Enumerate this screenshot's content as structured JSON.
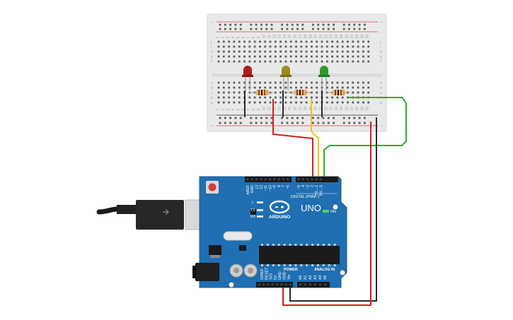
{
  "breadboard": {
    "row_letters_top": [
      "j",
      "i",
      "h",
      "g",
      "f"
    ],
    "row_letters_bottom": [
      "e",
      "d",
      "c",
      "b",
      "a"
    ],
    "column_numbers": [
      "1",
      "2",
      "3",
      "4",
      "5",
      "6",
      "7",
      "8",
      "9",
      "10",
      "11",
      "12",
      "13",
      "14",
      "15",
      "16",
      "17",
      "18",
      "19",
      "20",
      "21",
      "22",
      "23",
      "24",
      "25",
      "26",
      "27",
      "28",
      "29",
      "30"
    ],
    "rail_plus": "+",
    "rail_minus": "-"
  },
  "leds": [
    {
      "name": "red-led",
      "color": "#b11c1c"
    },
    {
      "name": "yellow-led",
      "color": "#9c8a1e"
    },
    {
      "name": "green-led",
      "color": "#2e9a2e"
    }
  ],
  "wire_colors": {
    "red": "#d11f1f",
    "yellow": "#f2c300",
    "green": "#34a834",
    "black": "#2b2b2b"
  },
  "arduino": {
    "brand": "ARDUINO",
    "model": "UNO",
    "digital_label": "DIGITAL (PWM~)",
    "power_label": "POWER",
    "analog_label": "ANALOG IN",
    "on_label": "ON",
    "led_labels": [
      "L",
      "TX",
      "RX"
    ],
    "top_pins": [
      "AREF",
      "GND",
      "13",
      "12",
      "~11",
      "~10",
      "~9",
      "8",
      "7",
      "~6",
      "~5",
      "4",
      "~3",
      "2",
      "TX→1",
      "RX←0"
    ],
    "power_pins": [
      "IOREF",
      "RESET",
      "3V3",
      "5V",
      "GND",
      "GND",
      "Vin"
    ],
    "analog_pins": [
      "A0",
      "A1",
      "A2",
      "A3",
      "A4",
      "A5"
    ],
    "board_color": "#1f6fb2"
  }
}
